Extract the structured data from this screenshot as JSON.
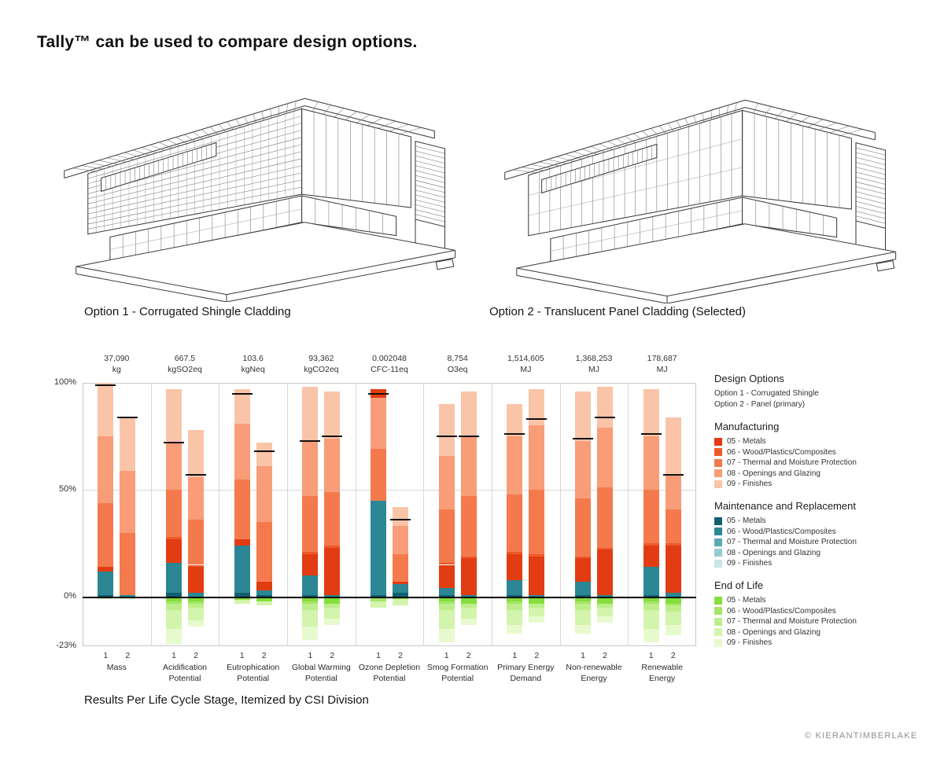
{
  "title": "Tally™ can be used to compare design options.",
  "option1_caption": "Option 1 - Corrugated Shingle Cladding",
  "option2_caption": "Option 2 - Translucent Panel Cladding (Selected)",
  "chart_caption": "Results Per Life Cycle Stage, Itemized by CSI Division",
  "copyright": "© KIERANTIMBERLAKE",
  "colors": {
    "m05": "#e23c12",
    "m06": "#ec5a28",
    "m07": "#f47a4d",
    "m08": "#f89d77",
    "m09": "#fac4a8",
    "t05": "#10606f",
    "t06": "#2b8793",
    "t07": "#5aabb4",
    "t08": "#96ccd1",
    "t09": "#c9e6e9",
    "g05": "#86dd3c",
    "g06": "#a2e766",
    "g07": "#bdee8b",
    "g08": "#d3f4ac",
    "g09": "#e7facd"
  },
  "legend": {
    "design_options_heading": "Design Options",
    "design_options": [
      "Option 1 - Corrugated Shingle",
      "Option 2 - Panel (primary)"
    ],
    "division_labels": [
      "05 - Metals",
      "06 - Wood/Plastics/Composites",
      "07 - Thermal and Moisture Protection",
      "08 - Openings and Glazing",
      "09 - Finishes"
    ],
    "groups": [
      {
        "heading": "Manufacturing",
        "keys": [
          "m05",
          "m06",
          "m07",
          "m08",
          "m09"
        ]
      },
      {
        "heading": "Maintenance and Replacement",
        "keys": [
          "t05",
          "t06",
          "t07",
          "t08",
          "t09"
        ]
      },
      {
        "heading": "End of Life",
        "keys": [
          "g05",
          "g06",
          "g07",
          "g08",
          "g09"
        ]
      }
    ]
  },
  "chart_data": {
    "type": "bar",
    "stacked": true,
    "ylim": [
      -23,
      100
    ],
    "yticks": [
      {
        "v": 100,
        "label": "100%"
      },
      {
        "v": 50,
        "label": "50%"
      },
      {
        "v": 0,
        "label": "0%"
      },
      {
        "v": -23,
        "label": "-23%"
      }
    ],
    "bar_labels": [
      "1",
      "2"
    ],
    "stages": [
      "Manufacturing",
      "Maintenance and Replacement",
      "End of Life"
    ],
    "categories": [
      {
        "name": "Mass",
        "value": "37,090",
        "unit": "kg",
        "bars": [
          {
            "pos": [
              [
                "t05",
                1
              ],
              [
                "t06",
                11
              ],
              [
                "m05",
                2
              ],
              [
                "m07",
                30
              ],
              [
                "m08",
                31
              ],
              [
                "m09",
                25
              ]
            ],
            "neg": [
              [
                "g05",
                0.5
              ],
              [
                "g08",
                0.5
              ]
            ],
            "net": 99
          },
          {
            "pos": [
              [
                "t06",
                1
              ],
              [
                "m07",
                29
              ],
              [
                "m08",
                29
              ],
              [
                "m09",
                25
              ]
            ],
            "neg": [
              [
                "g05",
                0.5
              ],
              [
                "g08",
                0.5
              ]
            ],
            "net": 84
          }
        ]
      },
      {
        "name": "Acidification Potential",
        "value": "667.5",
        "unit": "kgSO2eq",
        "bars": [
          {
            "pos": [
              [
                "t05",
                2
              ],
              [
                "t06",
                14
              ],
              [
                "m05",
                11
              ],
              [
                "m06",
                1
              ],
              [
                "m07",
                22
              ],
              [
                "m08",
                22
              ],
              [
                "m09",
                25
              ]
            ],
            "neg": [
              [
                "g05",
                2
              ],
              [
                "g06",
                1
              ],
              [
                "g07",
                3
              ],
              [
                "g08",
                9
              ],
              [
                "g09",
                7
              ]
            ],
            "net": 72
          },
          {
            "pos": [
              [
                "t06",
                2
              ],
              [
                "m05",
                12
              ],
              [
                "m06",
                1
              ],
              [
                "m07",
                21
              ],
              [
                "m08",
                20
              ],
              [
                "m09",
                22
              ]
            ],
            "neg": [
              [
                "g05",
                2
              ],
              [
                "g06",
                1
              ],
              [
                "g07",
                2
              ],
              [
                "g08",
                6
              ],
              [
                "g09",
                3
              ]
            ],
            "net": 57
          }
        ]
      },
      {
        "name": "Eutrophication Potential",
        "value": "103.6",
        "unit": "kgNeq",
        "bars": [
          {
            "pos": [
              [
                "t05",
                2
              ],
              [
                "t06",
                22
              ],
              [
                "m05",
                3
              ],
              [
                "m07",
                28
              ],
              [
                "m08",
                26
              ],
              [
                "m09",
                16
              ]
            ],
            "neg": [
              [
                "g05",
                1.5
              ],
              [
                "g08",
                1.5
              ]
            ],
            "net": 95
          },
          {
            "pos": [
              [
                "t05",
                1
              ],
              [
                "t06",
                2
              ],
              [
                "m05",
                4
              ],
              [
                "m07",
                28
              ],
              [
                "m08",
                26
              ],
              [
                "m09",
                11
              ]
            ],
            "neg": [
              [
                "g05",
                2
              ],
              [
                "g08",
                2
              ]
            ],
            "net": 68
          }
        ]
      },
      {
        "name": "Global Warming Potential",
        "value": "93,362",
        "unit": "kgCO2eq",
        "bars": [
          {
            "pos": [
              [
                "t05",
                1
              ],
              [
                "t06",
                9
              ],
              [
                "m05",
                10
              ],
              [
                "m06",
                1
              ],
              [
                "m07",
                26
              ],
              [
                "m08",
                26
              ],
              [
                "m09",
                25
              ]
            ],
            "neg": [
              [
                "g05",
                2
              ],
              [
                "g06",
                1
              ],
              [
                "g07",
                3
              ],
              [
                "g08",
                8
              ],
              [
                "g09",
                6
              ]
            ],
            "net": 73
          },
          {
            "pos": [
              [
                "t06",
                1
              ],
              [
                "m05",
                22
              ],
              [
                "m06",
                1
              ],
              [
                "m07",
                25
              ],
              [
                "m08",
                25
              ],
              [
                "m09",
                22
              ]
            ],
            "neg": [
              [
                "g05",
                3
              ],
              [
                "g07",
                2
              ],
              [
                "g08",
                5
              ],
              [
                "g09",
                3
              ]
            ],
            "net": 75
          }
        ]
      },
      {
        "name": "Ozone Depletion Potential",
        "value": "0.002048",
        "unit": "CFC-11eq",
        "bars": [
          {
            "pos": [
              [
                "t05",
                1
              ],
              [
                "t06",
                44
              ],
              [
                "m07",
                24
              ],
              [
                "m08",
                24
              ],
              [
                "m05",
                4
              ]
            ],
            "neg": [
              [
                "g06",
                2
              ],
              [
                "g08",
                3
              ]
            ],
            "net": 95
          },
          {
            "pos": [
              [
                "t05",
                2
              ],
              [
                "t06",
                4
              ],
              [
                "m05",
                1
              ],
              [
                "m07",
                13
              ],
              [
                "m08",
                13
              ],
              [
                "m09",
                9
              ]
            ],
            "neg": [
              [
                "g05",
                1
              ],
              [
                "g08",
                3
              ]
            ],
            "net": 36
          }
        ]
      },
      {
        "name": "Smog Formation Potential",
        "value": "8,754",
        "unit": "O3eq",
        "bars": [
          {
            "pos": [
              [
                "t05",
                1
              ],
              [
                "t06",
                3
              ],
              [
                "m05",
                11
              ],
              [
                "m06",
                1
              ],
              [
                "m07",
                25
              ],
              [
                "m08",
                25
              ],
              [
                "m09",
                24
              ]
            ],
            "neg": [
              [
                "g05",
                2
              ],
              [
                "g06",
                1
              ],
              [
                "g07",
                3
              ],
              [
                "g08",
                9
              ],
              [
                "g09",
                6
              ]
            ],
            "net": 75
          },
          {
            "pos": [
              [
                "t06",
                1
              ],
              [
                "m05",
                17
              ],
              [
                "m06",
                1
              ],
              [
                "m07",
                28
              ],
              [
                "m08",
                28
              ],
              [
                "m09",
                21
              ]
            ],
            "neg": [
              [
                "g05",
                3
              ],
              [
                "g07",
                2
              ],
              [
                "g08",
                5
              ],
              [
                "g09",
                3
              ]
            ],
            "net": 75
          }
        ]
      },
      {
        "name": "Primary Energy Demand",
        "value": "1,514,605",
        "unit": "MJ",
        "bars": [
          {
            "pos": [
              [
                "t05",
                1
              ],
              [
                "t06",
                7
              ],
              [
                "m05",
                12
              ],
              [
                "m06",
                1
              ],
              [
                "m07",
                27
              ],
              [
                "m08",
                27
              ],
              [
                "m09",
                15
              ]
            ],
            "neg": [
              [
                "g05",
                2
              ],
              [
                "g06",
                1
              ],
              [
                "g07",
                3
              ],
              [
                "g08",
                7
              ],
              [
                "g09",
                4
              ]
            ],
            "net": 76
          },
          {
            "pos": [
              [
                "t06",
                1
              ],
              [
                "m05",
                18
              ],
              [
                "m06",
                1
              ],
              [
                "m07",
                30
              ],
              [
                "m08",
                30
              ],
              [
                "m09",
                17
              ]
            ],
            "neg": [
              [
                "g05",
                3
              ],
              [
                "g07",
                2
              ],
              [
                "g08",
                4
              ],
              [
                "g09",
                3
              ]
            ],
            "net": 83
          }
        ]
      },
      {
        "name": "Non-renewable Energy",
        "value": "1,368,253",
        "unit": "MJ",
        "bars": [
          {
            "pos": [
              [
                "t05",
                1
              ],
              [
                "t06",
                6
              ],
              [
                "m05",
                11
              ],
              [
                "m06",
                1
              ],
              [
                "m07",
                27
              ],
              [
                "m08",
                27
              ],
              [
                "m09",
                23
              ]
            ],
            "neg": [
              [
                "g05",
                2
              ],
              [
                "g06",
                1
              ],
              [
                "g07",
                3
              ],
              [
                "g08",
                7
              ],
              [
                "g09",
                4
              ]
            ],
            "net": 74
          },
          {
            "pos": [
              [
                "t06",
                1
              ],
              [
                "m05",
                21
              ],
              [
                "m06",
                1
              ],
              [
                "m07",
                28
              ],
              [
                "m08",
                28
              ],
              [
                "m09",
                19
              ]
            ],
            "neg": [
              [
                "g05",
                3
              ],
              [
                "g07",
                2
              ],
              [
                "g08",
                4
              ],
              [
                "g09",
                3
              ]
            ],
            "net": 84
          }
        ]
      },
      {
        "name": "Renewable Energy",
        "value": "178,687",
        "unit": "MJ",
        "bars": [
          {
            "pos": [
              [
                "t05",
                1
              ],
              [
                "t06",
                13
              ],
              [
                "m05",
                10
              ],
              [
                "m06",
                1
              ],
              [
                "m07",
                25
              ],
              [
                "m08",
                25
              ],
              [
                "m09",
                22
              ]
            ],
            "neg": [
              [
                "g05",
                2
              ],
              [
                "g06",
                1
              ],
              [
                "g07",
                3
              ],
              [
                "g08",
                9
              ],
              [
                "g09",
                6
              ]
            ],
            "net": 76
          },
          {
            "pos": [
              [
                "t06",
                2
              ],
              [
                "m05",
                22
              ],
              [
                "m06",
                1
              ],
              [
                "m07",
                16
              ],
              [
                "m08",
                16
              ],
              [
                "m09",
                27
              ]
            ],
            "neg": [
              [
                "g05",
                3
              ],
              [
                "g06",
                1
              ],
              [
                "g07",
                3
              ],
              [
                "g08",
                6
              ],
              [
                "g09",
                5
              ]
            ],
            "net": 57
          }
        ]
      }
    ]
  }
}
